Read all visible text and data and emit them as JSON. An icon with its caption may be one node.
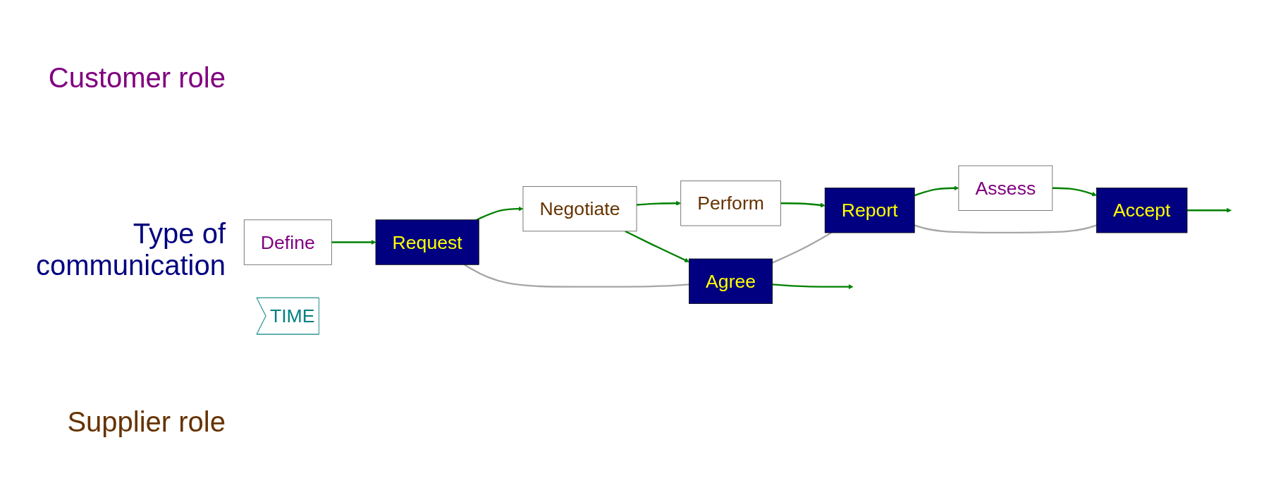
{
  "diagram": {
    "nodes": [
      {
        "text": [
          "Define"
        ]
      },
      {
        "text": [
          "Assess"
        ]
      },
      {
        "text": [
          "Request"
        ]
      },
      {
        "text": [
          "Agree"
        ]
      },
      {
        "text": [
          "Report"
        ]
      },
      {
        "text": [
          "Accept"
        ]
      },
      {
        "text": [
          "Negotiate"
        ]
      },
      {
        "text": [
          "Perform"
        ]
      },
      {
        "text": [
          "TIME"
        ]
      }
    ],
    "edges": [
      {
        "from": 0,
        "to": 2,
        "arrow": "to"
      },
      {
        "from": 2,
        "to": 6,
        "arrow": "to"
      },
      {
        "from": 6,
        "to": 7,
        "arrow": "to"
      },
      {
        "from": 6,
        "to": 3,
        "arrow": "to"
      },
      {
        "from": 3,
        "to": null,
        "arrow": "to"
      },
      {
        "from": 7,
        "to": 4,
        "arrow": "to"
      },
      {
        "from": 4,
        "to": 1,
        "arrow": "to"
      },
      {
        "from": 1,
        "to": 5,
        "arrow": "to"
      },
      {
        "from": 5,
        "to": null,
        "arrow": "to"
      },
      {
        "from": 2,
        "to": 3,
        "arrow": "none",
        "color": "#a6a6a6"
      },
      {
        "from": 3,
        "to": 4,
        "arrow": "none",
        "color": "#a6a6a6"
      },
      {
        "from": 4,
        "to": 5,
        "arrow": "none",
        "color": "#a6a6a6"
      }
    ],
    "labels": [
      "Customer role",
      "Type of communication",
      "Supplier role"
    ]
  }
}
